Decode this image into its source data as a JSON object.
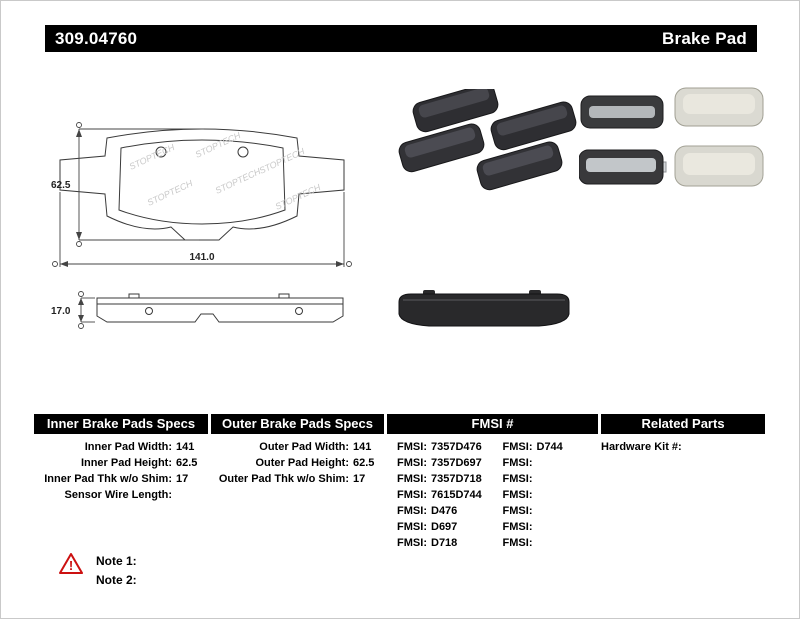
{
  "header": {
    "part_number": "309.04760",
    "product_title": "Brake Pad"
  },
  "diagram": {
    "watermark": "STOPTECH",
    "height_dim": "62.5",
    "width_dim": "141.0",
    "thickness_dim": "17.0"
  },
  "tables": {
    "inner": {
      "title": "Inner Brake Pads Specs",
      "rows": [
        {
          "label": "Inner Pad Width:",
          "value": "141"
        },
        {
          "label": "Inner Pad Height:",
          "value": "62.5"
        },
        {
          "label": "Inner Pad Thk w/o Shim:",
          "value": "17"
        },
        {
          "label": "Sensor Wire Length:",
          "value": ""
        }
      ]
    },
    "outer": {
      "title": "Outer Brake Pads Specs",
      "rows": [
        {
          "label": "Outer Pad Width:",
          "value": "141"
        },
        {
          "label": "Outer Pad Height:",
          "value": "62.5"
        },
        {
          "label": "Outer Pad Thk w/o Shim:",
          "value": "17"
        }
      ]
    },
    "fmsi": {
      "title": "FMSI #",
      "col1": [
        {
          "label": "FMSI:",
          "value": "7357D476"
        },
        {
          "label": "FMSI:",
          "value": "7357D697"
        },
        {
          "label": "FMSI:",
          "value": "7357D718"
        },
        {
          "label": "FMSI:",
          "value": "7615D744"
        },
        {
          "label": "FMSI:",
          "value": "D476"
        },
        {
          "label": "FMSI:",
          "value": "D697"
        },
        {
          "label": "FMSI:",
          "value": "D718"
        }
      ],
      "col2": [
        {
          "label": "FMSI:",
          "value": "D744"
        },
        {
          "label": "FMSI:",
          "value": ""
        },
        {
          "label": "FMSI:",
          "value": ""
        },
        {
          "label": "FMSI:",
          "value": ""
        },
        {
          "label": "FMSI:",
          "value": ""
        },
        {
          "label": "FMSI:",
          "value": ""
        },
        {
          "label": "FMSI:",
          "value": ""
        }
      ]
    },
    "related": {
      "title": "Related Parts",
      "rows": [
        {
          "label": "Hardware Kit #:",
          "value": ""
        }
      ]
    }
  },
  "notes": [
    {
      "label": "Note 1:"
    },
    {
      "label": "Note 2:"
    }
  ]
}
